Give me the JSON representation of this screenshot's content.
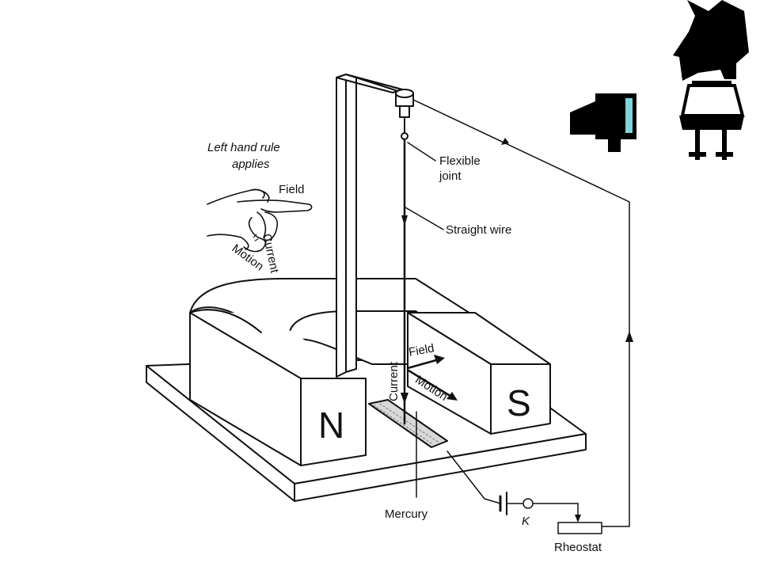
{
  "rule_title": {
    "line1": "Left hand rule",
    "line2": "applies"
  },
  "hand_labels": {
    "field": "Field",
    "current": "Current",
    "motion": "Motion"
  },
  "wire_labels": {
    "flexible_joint_line1": "Flexible",
    "flexible_joint_line2": "joint",
    "straight_wire": "Straight  wire"
  },
  "gap_labels": {
    "field": "Field",
    "current": "Current",
    "motion": "Motion"
  },
  "poles": {
    "north": "N",
    "south": "S"
  },
  "circuit_labels": {
    "mercury": "Mercury",
    "key": "K",
    "rheostat": "Rheostat"
  },
  "icons": [
    "computer-icon",
    "robot-figure-icon"
  ],
  "colors": {
    "ink": "#111111",
    "screen_accent": "#7fd4d8",
    "background": "#ffffff"
  }
}
